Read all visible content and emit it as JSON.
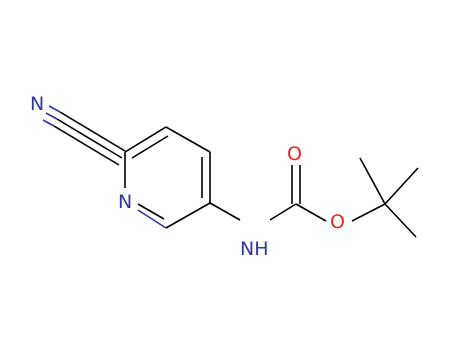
{
  "molecule": {
    "atoms": {
      "nitrile_n": {
        "label": "N"
      },
      "ring_n": {
        "label": "N"
      },
      "amide_nh": {
        "label": "NH"
      },
      "carbonyl_o": {
        "label": "O"
      },
      "ester_o": {
        "label": "O"
      }
    },
    "colors": {
      "nitrogen": "#3333aa",
      "oxygen": "#ee2222",
      "bond": "#000000"
    }
  }
}
